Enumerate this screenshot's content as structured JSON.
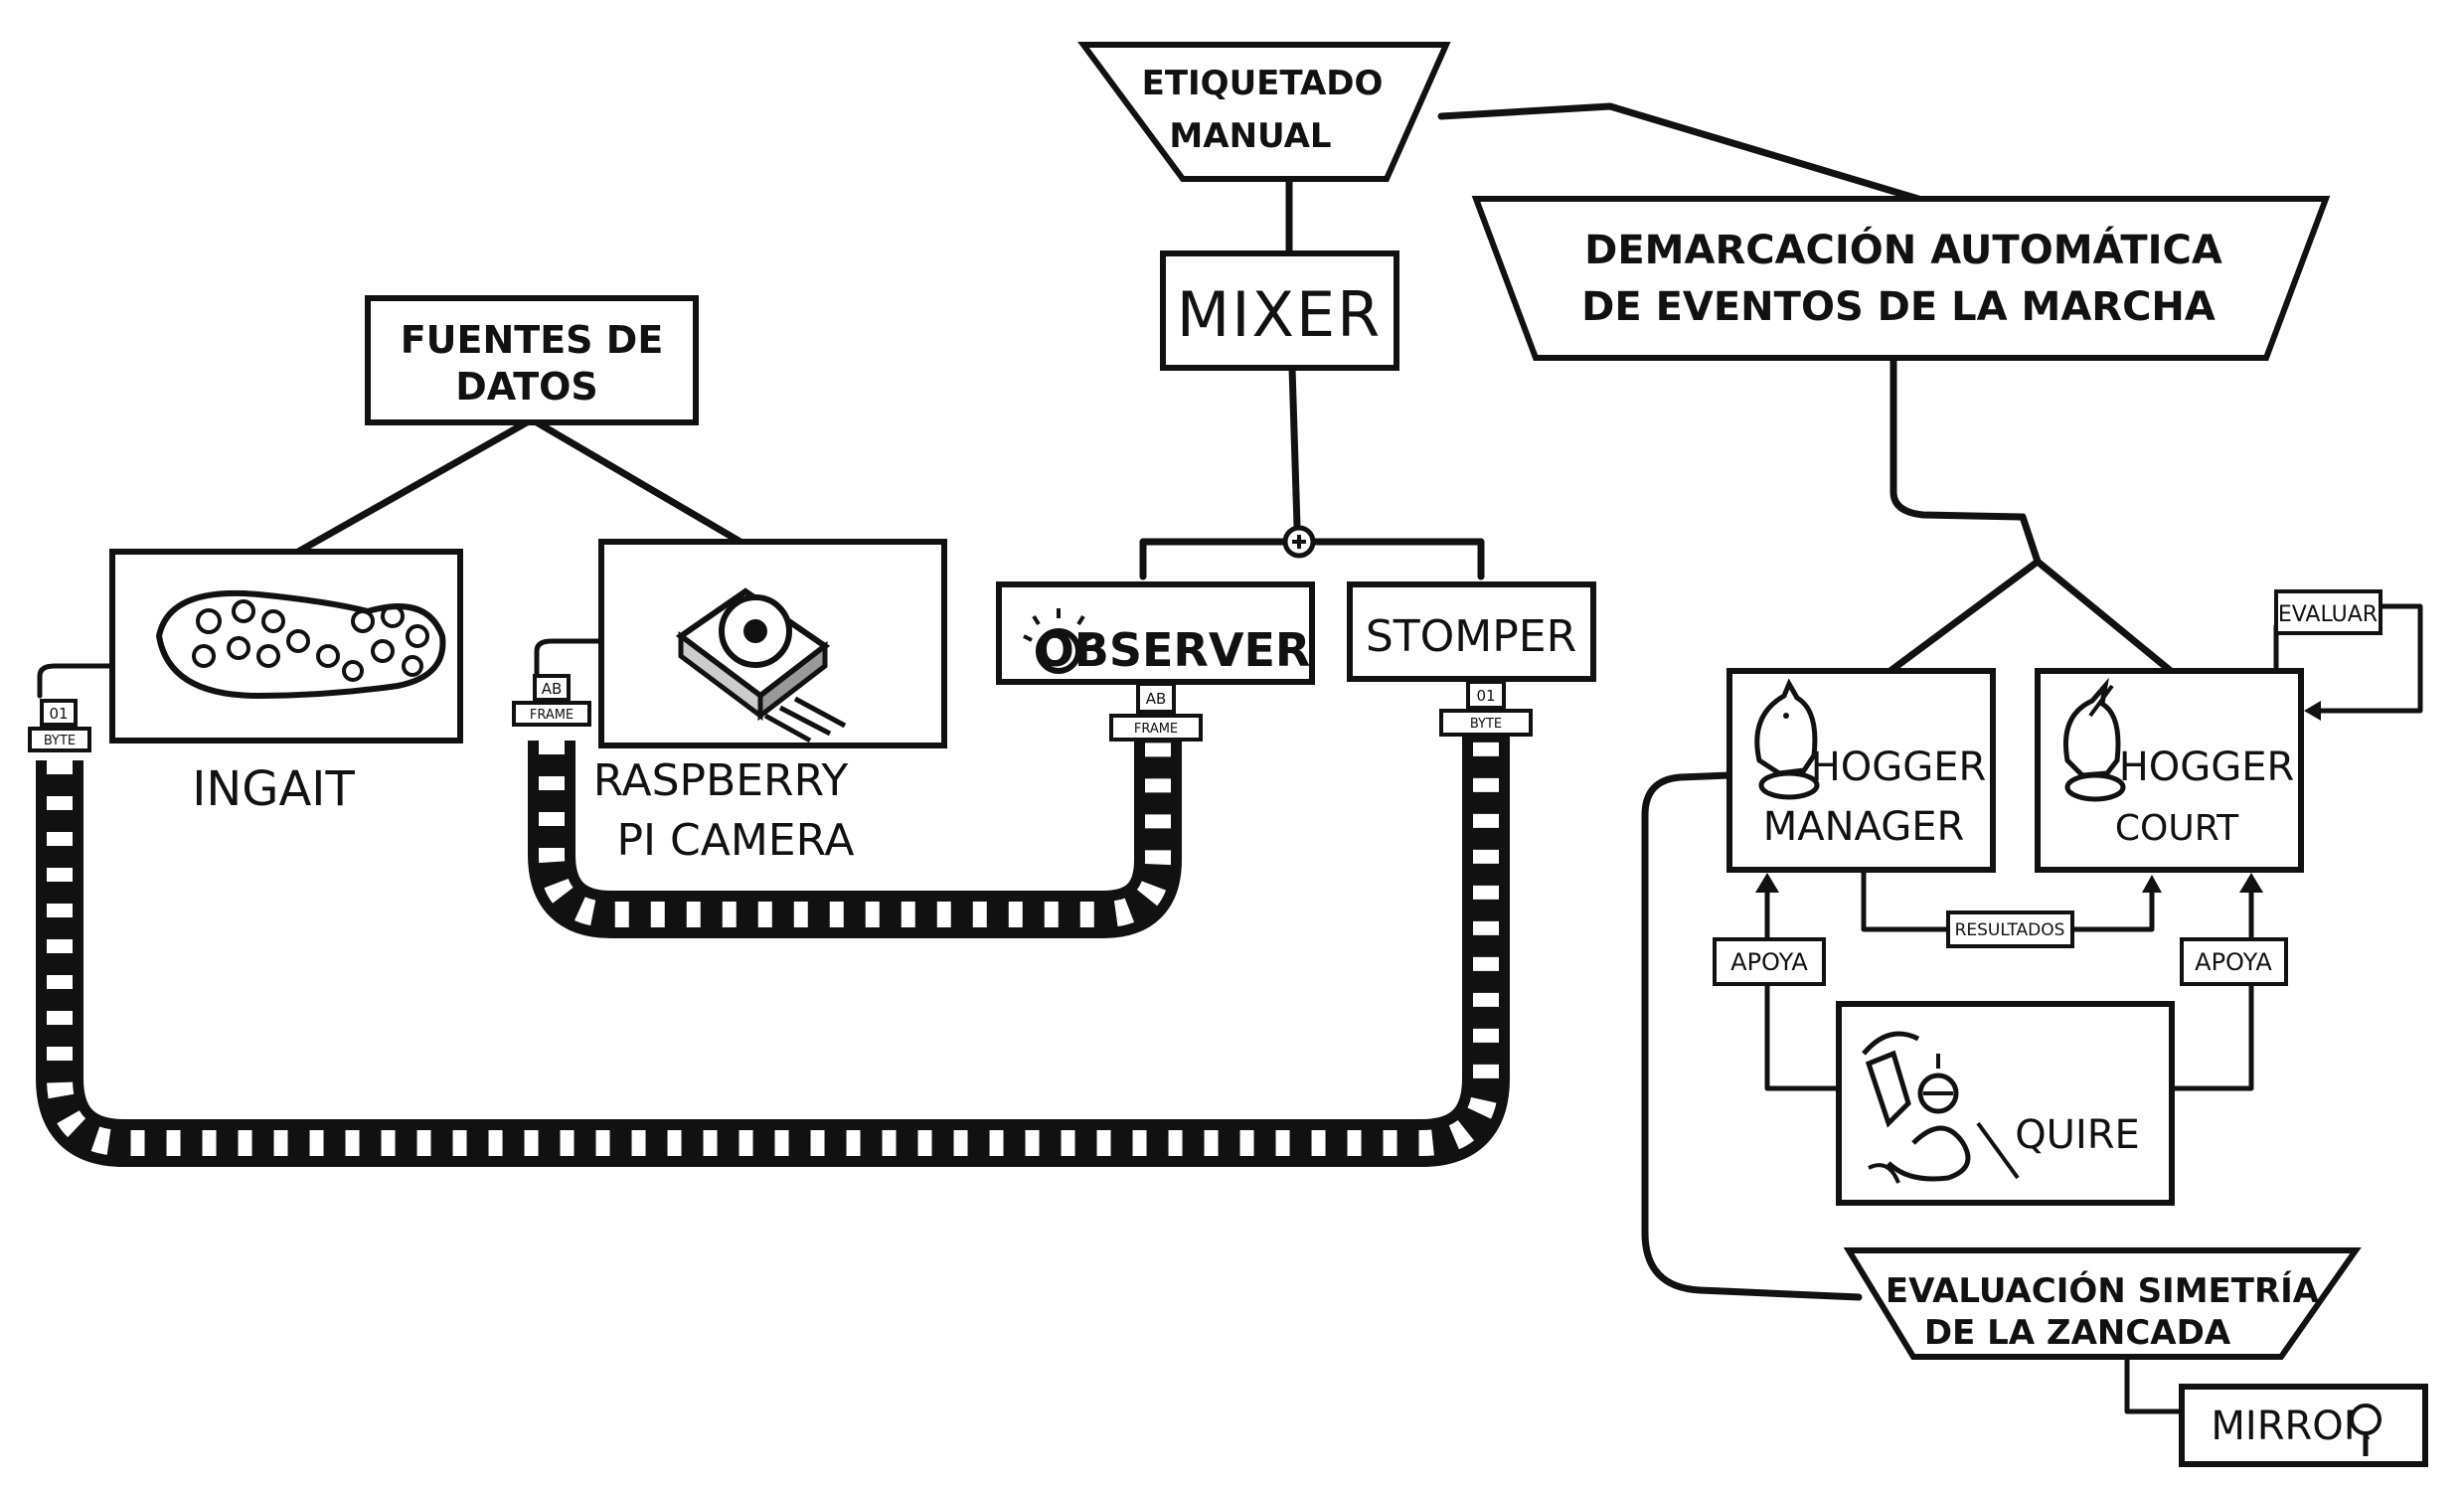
{
  "labels": {
    "etiquetado_line1": "ETIQUETADO",
    "etiquetado_line2": "MANUAL",
    "mixer": "MIXER",
    "demarcacion_line1": "DEMARCACIÓN AUTOMÁTICA",
    "demarcacion_line2": "DE EVENTOS DE LA MARCHA",
    "fuentes_line1": "FUENTES DE",
    "fuentes_line2": "DATOS",
    "ingait": "INGAIT",
    "raspberry_line1": "RASPBERRY",
    "raspberry_line2": "PI CAMERA",
    "observer": "OBSERVER",
    "stomper": "STOMPER",
    "evaluar": "EVALUAR",
    "hogger_manager_line1": "HOGGER",
    "hogger_manager_line2": "MANAGER",
    "hogger_court_line1": "HOGGER",
    "hogger_court_line2": "COURT",
    "resultados": "RESULTADOS",
    "apoya_left": "APOYA",
    "apoya_right": "APOYA",
    "squire": "QUIRE",
    "evaluacion_line1": "EVALUACIÓN SIMETRÍA",
    "evaluacion_line2": "DE LA ZANCADA",
    "mirror": "MIRROR"
  },
  "connectors": {
    "ingait_top": "01",
    "ingait_bottom": "BYTE",
    "raspberry_top": "AB",
    "raspberry_bottom": "FRAME",
    "observer_top": "AB",
    "observer_bottom": "FRAME",
    "stomper_top": "01",
    "stomper_bottom": "BYTE"
  },
  "icons": {
    "mixer_junction": "plus-circle-icon",
    "ingait_image": "insole-sensor-icon",
    "raspberry_image": "camera-module-icon",
    "hogger_manager_image": "chess-knight-icon",
    "hogger_court_image": "unicorn-icon",
    "squire_image": "knight-with-sword-icon",
    "mirror_image": "hand-mirror-icon",
    "observer_image": "eye-icon"
  }
}
